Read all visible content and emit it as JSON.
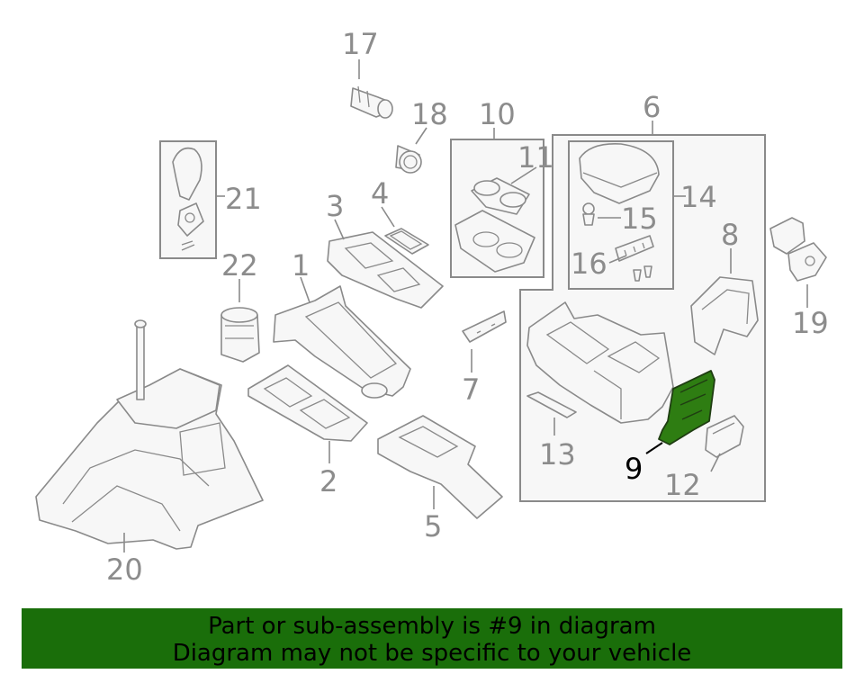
{
  "diagram": {
    "callouts": [
      "1",
      "2",
      "3",
      "4",
      "5",
      "6",
      "7",
      "8",
      "9",
      "10",
      "11",
      "12",
      "13",
      "14",
      "15",
      "16",
      "17",
      "18",
      "19",
      "20",
      "21",
      "22"
    ],
    "highlight_callout": "9",
    "highlight_color": "#2e7d12",
    "line_color": "#8a8a8a"
  },
  "banner": {
    "line1": "Part or sub-assembly is #9 in diagram",
    "line2": "Diagram may not be specific to your vehicle",
    "background": "#1a6e0a"
  }
}
